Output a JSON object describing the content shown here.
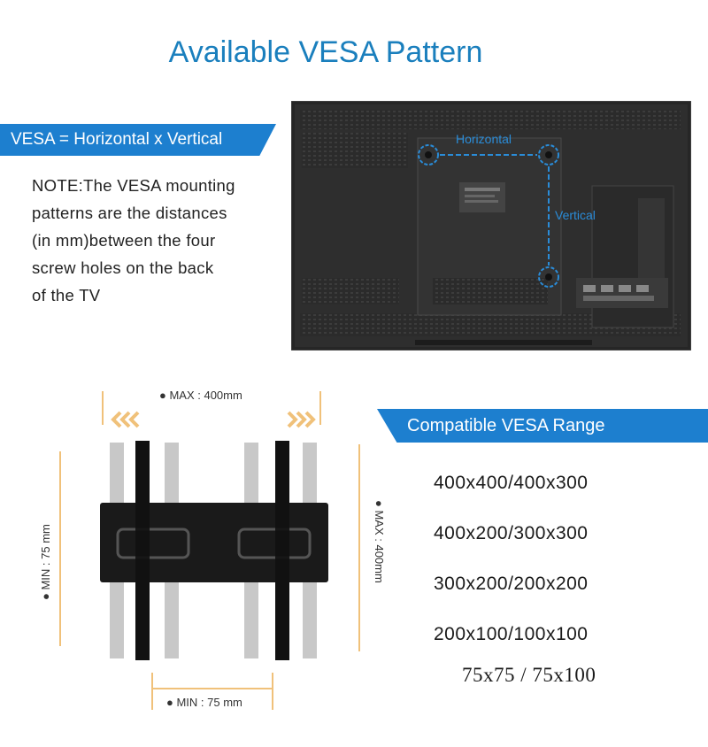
{
  "title": "Available VESA Pattern",
  "vesa_banner": "VESA = Horizontal x Vertical",
  "note_lines": [
    "NOTE:The VESA mounting",
    "patterns are the distances",
    "(in mm)between the four",
    "screw holes on the back",
    "of the TV"
  ],
  "tv_labels": {
    "horizontal": "Horizontal",
    "vertical": "Vertical"
  },
  "range_banner": "Compatible VESA Range",
  "ranges": [
    "400x400/400x300",
    "400x200/300x300",
    "300x200/200x200",
    "200x100/100x100",
    "75x75 / 75x100"
  ],
  "mount_labels": {
    "top": "● MAX : 400mm",
    "bottom": "● MIN :  75 mm",
    "left": "● MIN :  75 mm",
    "right": "● MAX : 400mm"
  },
  "colors": {
    "accent": "#1d7fcf",
    "title": "#1a7fbd",
    "arrow": "#f0c17a",
    "marker": "#2a8cd8"
  }
}
